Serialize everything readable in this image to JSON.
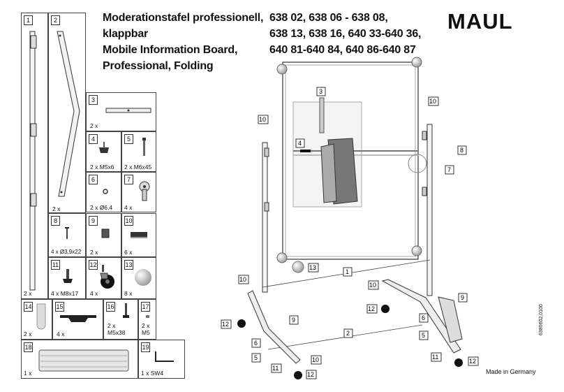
{
  "header": {
    "title_lines": [
      "Moderationstafel professionell,",
      "klappbar",
      "Mobile Information Board,",
      "Professional, Folding"
    ],
    "code_lines": [
      "638 02, 638 06 - 638 08,",
      "638 13, 638 16, 640 33-640 36,",
      "640 81-640 84, 640 86-640 87"
    ],
    "brand": "MAUL"
  },
  "parts": [
    {
      "no": "1",
      "qty": "2 x"
    },
    {
      "no": "2",
      "qty": "2 x"
    },
    {
      "no": "3",
      "qty": "2 x"
    },
    {
      "no": "4",
      "qty": "2 x M5x6"
    },
    {
      "no": "5",
      "qty": "2 x M6x45"
    },
    {
      "no": "6",
      "qty": "2 x Ø6,4"
    },
    {
      "no": "7",
      "qty": "4 x"
    },
    {
      "no": "8",
      "qty": "4 x Ø3,9x22"
    },
    {
      "no": "9",
      "qty": "2 x"
    },
    {
      "no": "10",
      "qty": "6 x"
    },
    {
      "no": "11",
      "qty": "4 x M8x17"
    },
    {
      "no": "12",
      "qty": "4 x"
    },
    {
      "no": "13",
      "qty": "8 x"
    },
    {
      "no": "14",
      "qty": "2 x"
    },
    {
      "no": "15",
      "qty": "4 x"
    },
    {
      "no": "16",
      "qty": "2 x",
      "qty2": "M5x38"
    },
    {
      "no": "17",
      "qty": "2 x",
      "qty2": "M5"
    },
    {
      "no": "18",
      "qty": "1 x"
    },
    {
      "no": "19",
      "qty": "1 x  SW4"
    }
  ],
  "footer": {
    "made_in": "Made in Germany",
    "doc_no": "6380602.0100"
  }
}
